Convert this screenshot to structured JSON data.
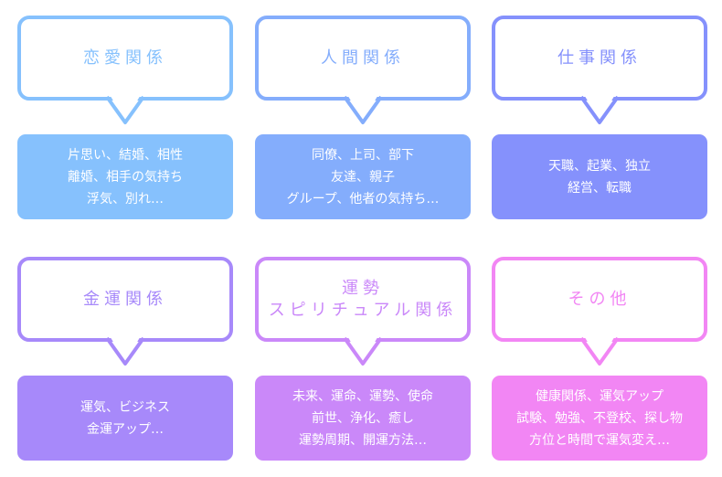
{
  "cards": [
    {
      "title": "恋愛関係",
      "color": "#86c1fd",
      "lines": [
        "片思い、結婚、相性",
        "離婚、相手の気持ち",
        "浮気、別れ…"
      ]
    },
    {
      "title": "人間関係",
      "color": "#84adfc",
      "lines": [
        "同僚、上司、部下",
        "友達、親子",
        "グループ、他者の気持ち…"
      ]
    },
    {
      "title": "仕事関係",
      "color": "#8591fc",
      "lines": [
        "天職、起業、独立",
        "経営、転職"
      ]
    },
    {
      "title": "金運関係",
      "color": "#a789fa",
      "lines": [
        "運気、ビジネス",
        "金運アップ…"
      ]
    },
    {
      "title": "運勢\nスピリチュアル関係",
      "color": "#ca88f9",
      "lines": [
        "未来、運命、運勢、使命",
        "前世、浄化、癒し",
        "運勢周期、開運方法…"
      ]
    },
    {
      "title": "その他",
      "color": "#f286f4",
      "lines": [
        "健康関係、運気アップ",
        "試験、勉強、不登校、探し物",
        "方位と時間で運気変え…"
      ]
    }
  ]
}
